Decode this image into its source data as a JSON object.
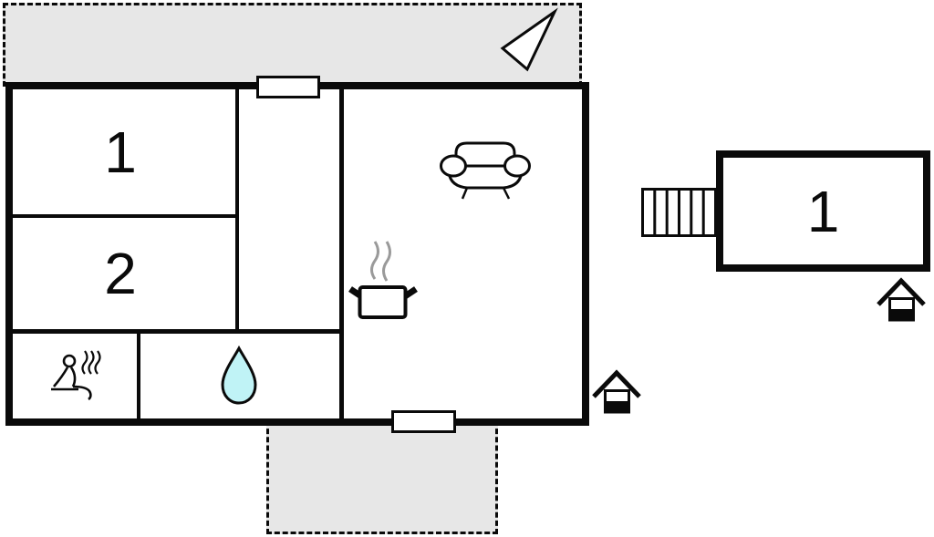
{
  "plan": {
    "main_building": {
      "room_1_label": "1",
      "room_2_label": "2"
    },
    "annex_building": {
      "room_label": "1"
    }
  },
  "colors": {
    "wall": "#0a0a0a",
    "terrace_fill": "#e7e7e7",
    "water_drop_fill": "#c0f3f6",
    "steam_stroke": "#9a9a9a"
  },
  "icons": {
    "north_arrow": "north-arrow-icon",
    "sofa": "sofa-icon",
    "cooking_pot": "cooking-pot-icon",
    "sauna": "sauna-person-icon",
    "water_drop": "water-drop-icon",
    "entrance": "house-entrance-icon",
    "stairs": "stairs-icon"
  }
}
